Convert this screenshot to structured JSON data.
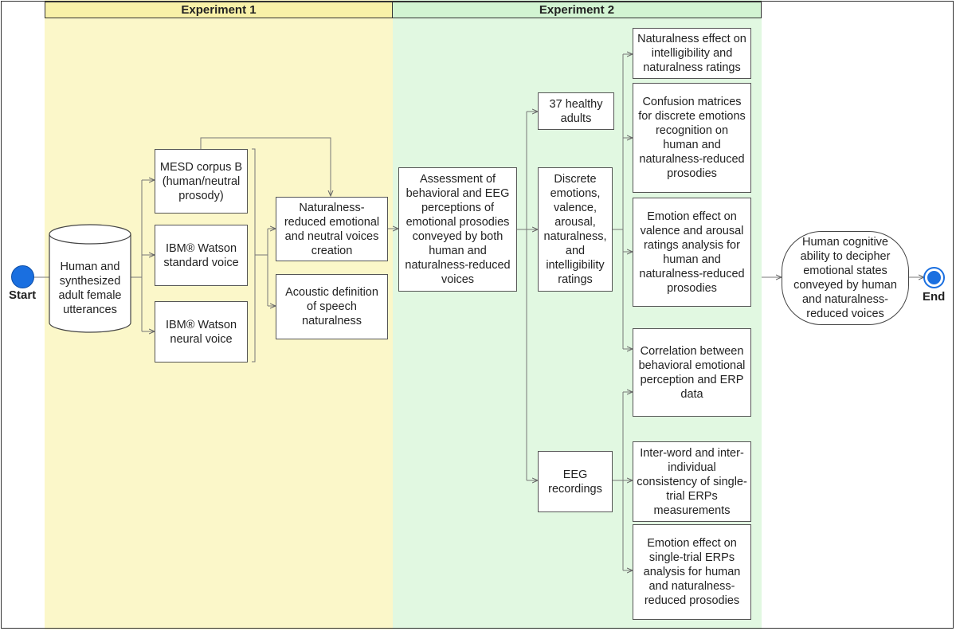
{
  "headers": {
    "experiment1": "Experiment 1",
    "experiment2": "Experiment 2"
  },
  "start_label": "Start",
  "end_label": "End",
  "source_database": "Human and synthesized adult female utterances",
  "exp1": {
    "mesd": "MESD corpus B (human/neutral prosody)",
    "watson_standard": "IBM® Watson standard voice",
    "watson_neural": "IBM® Watson neural voice",
    "voices_creation": "Naturalness-reduced emotional and neutral voices creation",
    "acoustic_definition": "Acoustic definition of speech naturalness"
  },
  "exp2": {
    "assessment": "Assessment of behavioral and EEG perceptions of emotional prosodies conveyed by both human and naturalness-reduced voices",
    "participants": "37 healthy adults",
    "ratings": "Discrete emotions, valence, arousal, naturalness, and intelligibility ratings",
    "eeg": "EEG recordings"
  },
  "analyses": [
    "Naturalness effect on intelligibility and naturalness ratings",
    "Confusion matrices for discrete emotions recognition on human and naturalness-reduced prosodies",
    "Emotion effect on valence and arousal ratings analysis for human and naturalness-reduced prosodies",
    "Correlation between behavioral emotional perception and ERP data",
    "Inter-word and inter-individual consistency of single-trial ERPs measurements",
    "Emotion effect on single-trial ERPs analysis for human and naturalness-reduced prosodies"
  ],
  "outcome": "Human cognitive ability to decipher emotional states conveyed by human and naturalness-reduced voices",
  "colors": {
    "experiment1_zone": "#fbf7c9",
    "experiment2_zone": "#e1f8e1",
    "start_node": "#1a6fe0",
    "end_node": "#1a6fe0"
  }
}
